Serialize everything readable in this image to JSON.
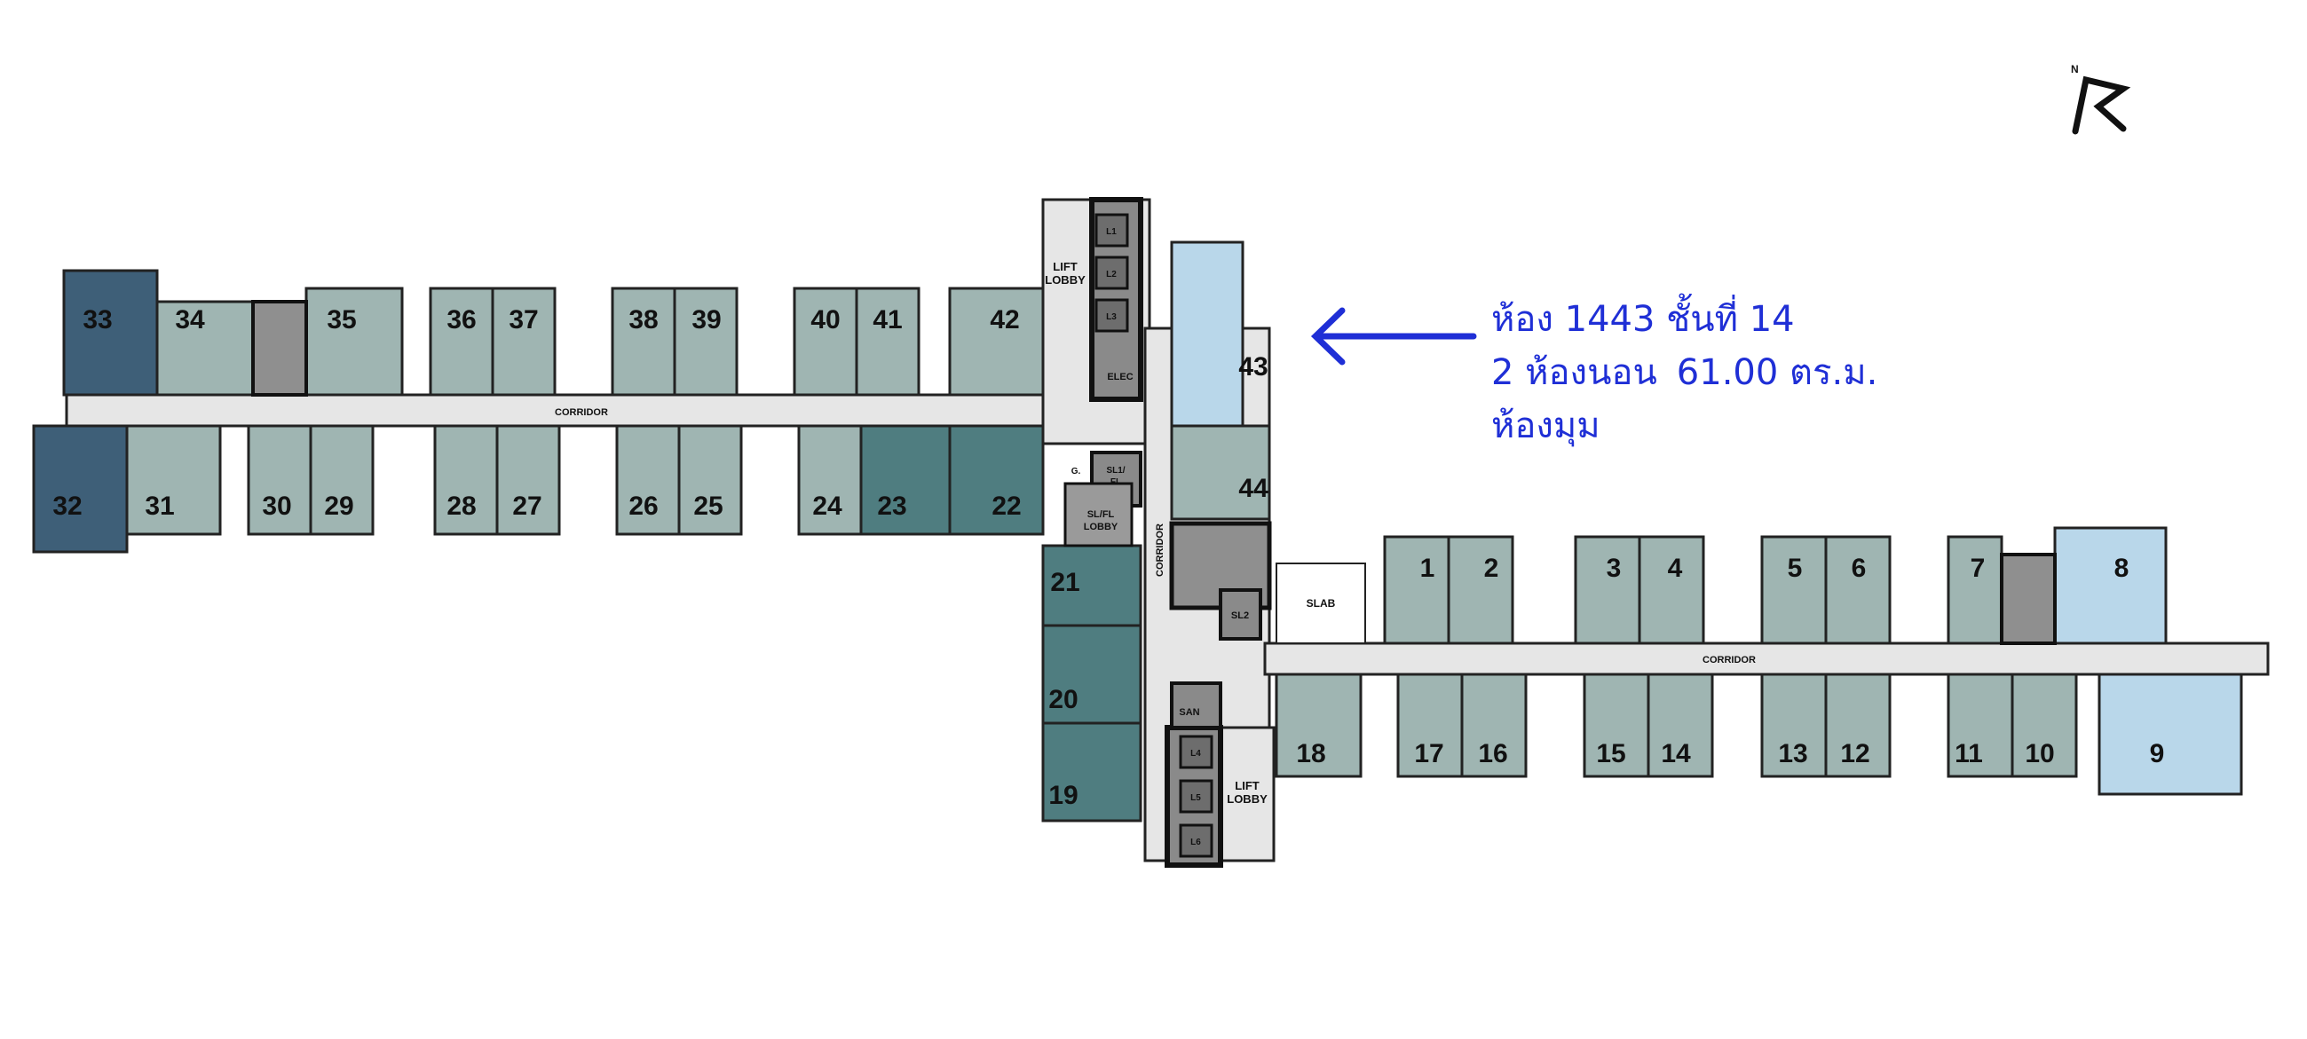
{
  "labels": {
    "corridor": "CORRIDOR",
    "lift_lobby_line1": "LIFT",
    "lift_lobby_line2": "LOBBY",
    "elec": "ELEC",
    "san": "SAN",
    "slab": "SLAB",
    "g": "G.",
    "sl_fl_line1": "SL1/",
    "sl_fl_line2": "FL",
    "sl_fl_lobby_line1": "SL/FL",
    "sl_fl_lobby_line2": "LOBBY",
    "sl2": "SL2",
    "lifts": [
      "L1",
      "L2",
      "L3",
      "L4",
      "L5",
      "L6"
    ],
    "north": "N"
  },
  "callout": {
    "line1": "ห้อง 1443 ชั้นที่ 14",
    "line2_a": "2 ห้องนอน",
    "line2_b": "61.00 ตร.ม.",
    "line3": "ห้องมุม"
  },
  "legend_colors": {
    "standard": "#9fb5b2",
    "teal": "#4f7d80",
    "navy": "#3e5f78",
    "highlight": "#b9d7ea",
    "corridor": "#e6e6e6",
    "callout": "#1f2fd6"
  },
  "units": [
    {
      "n": "33",
      "tone": "navy"
    },
    {
      "n": "34",
      "tone": "standard"
    },
    {
      "n": "35",
      "tone": "standard"
    },
    {
      "n": "36",
      "tone": "standard"
    },
    {
      "n": "37",
      "tone": "standard"
    },
    {
      "n": "38",
      "tone": "standard"
    },
    {
      "n": "39",
      "tone": "standard"
    },
    {
      "n": "40",
      "tone": "standard"
    },
    {
      "n": "41",
      "tone": "standard"
    },
    {
      "n": "42",
      "tone": "standard"
    },
    {
      "n": "32",
      "tone": "navy"
    },
    {
      "n": "31",
      "tone": "standard"
    },
    {
      "n": "30",
      "tone": "standard"
    },
    {
      "n": "29",
      "tone": "standard"
    },
    {
      "n": "28",
      "tone": "standard"
    },
    {
      "n": "27",
      "tone": "standard"
    },
    {
      "n": "26",
      "tone": "standard"
    },
    {
      "n": "25",
      "tone": "standard"
    },
    {
      "n": "24",
      "tone": "standard"
    },
    {
      "n": "23",
      "tone": "teal"
    },
    {
      "n": "22",
      "tone": "teal"
    },
    {
      "n": "43",
      "tone": "highlight"
    },
    {
      "n": "44",
      "tone": "standard"
    },
    {
      "n": "21",
      "tone": "teal"
    },
    {
      "n": "20",
      "tone": "teal"
    },
    {
      "n": "19",
      "tone": "teal"
    },
    {
      "n": "1",
      "tone": "standard"
    },
    {
      "n": "2",
      "tone": "standard"
    },
    {
      "n": "3",
      "tone": "standard"
    },
    {
      "n": "4",
      "tone": "standard"
    },
    {
      "n": "5",
      "tone": "standard"
    },
    {
      "n": "6",
      "tone": "standard"
    },
    {
      "n": "7",
      "tone": "standard"
    },
    {
      "n": "8",
      "tone": "highlight"
    },
    {
      "n": "18",
      "tone": "standard"
    },
    {
      "n": "17",
      "tone": "standard"
    },
    {
      "n": "16",
      "tone": "standard"
    },
    {
      "n": "15",
      "tone": "standard"
    },
    {
      "n": "14",
      "tone": "standard"
    },
    {
      "n": "13",
      "tone": "standard"
    },
    {
      "n": "12",
      "tone": "standard"
    },
    {
      "n": "11",
      "tone": "standard"
    },
    {
      "n": "10",
      "tone": "standard"
    },
    {
      "n": "9",
      "tone": "highlight"
    }
  ]
}
